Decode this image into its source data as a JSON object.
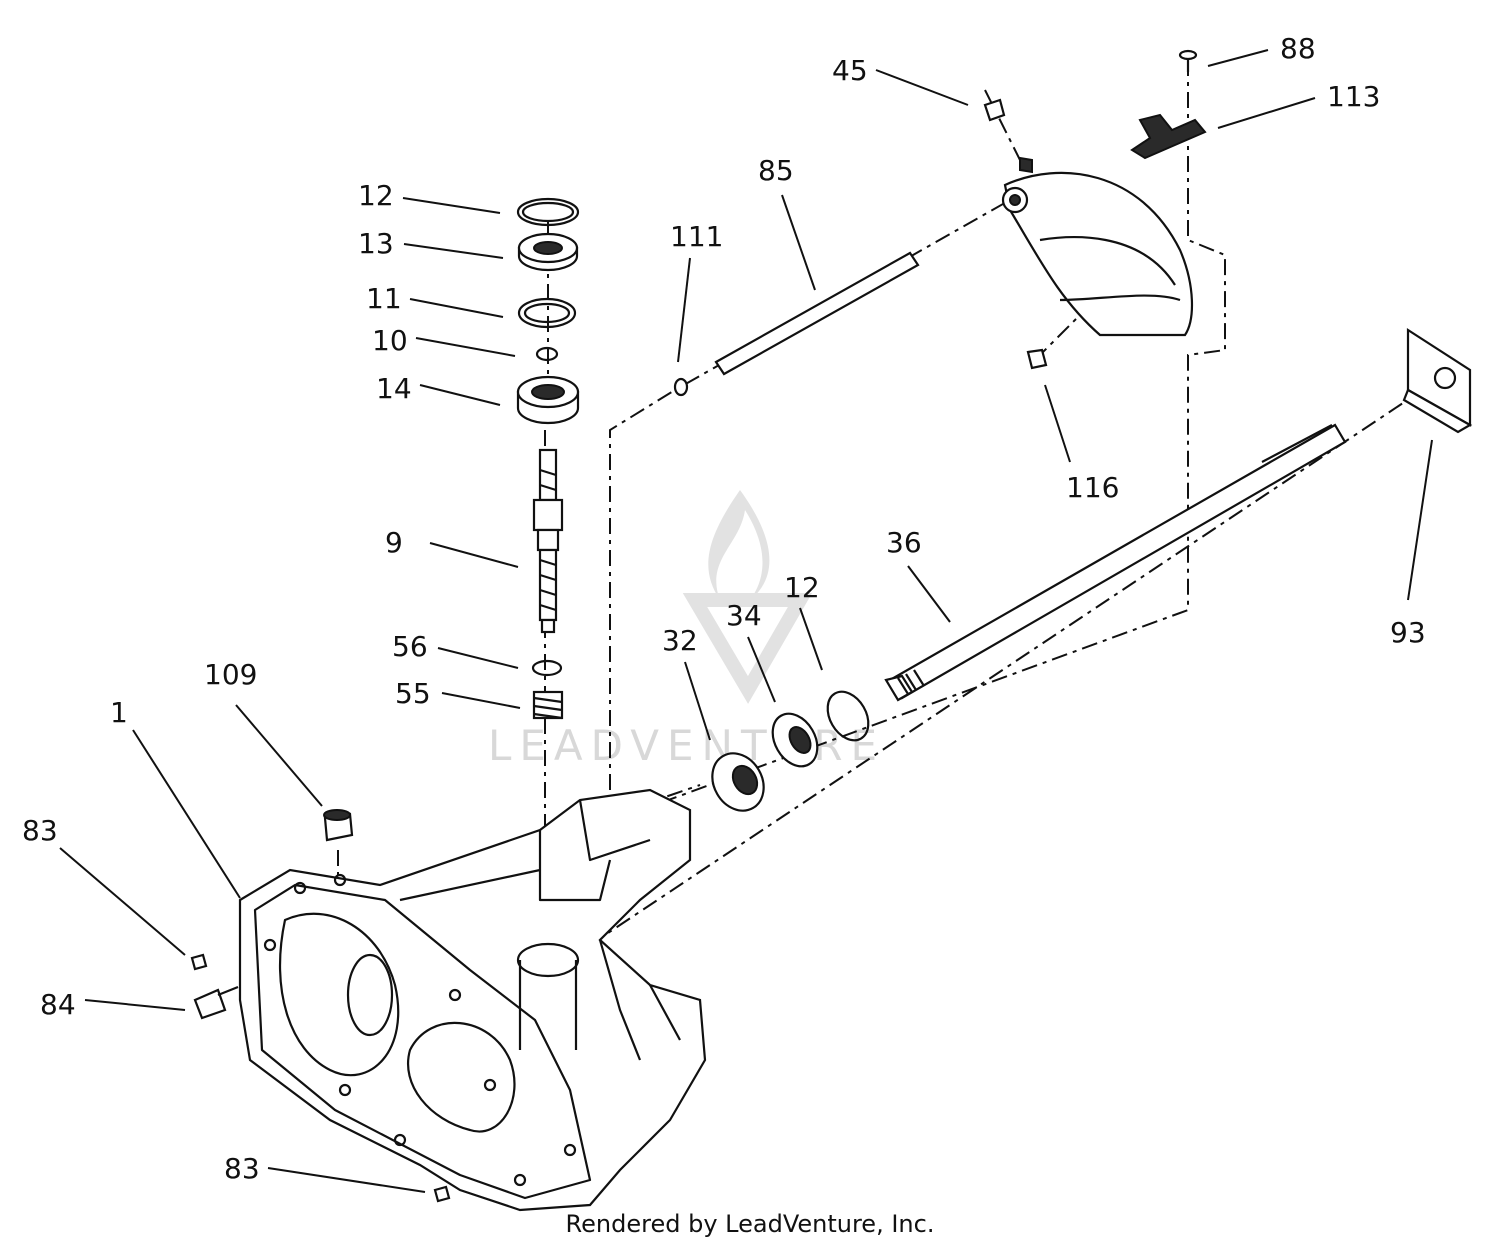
{
  "watermark": "LEADVENTURE",
  "footer": "Rendered by LeadVenture, Inc.",
  "callouts": [
    {
      "id": "88",
      "label": "88"
    },
    {
      "id": "113",
      "label": "113"
    },
    {
      "id": "45",
      "label": "45"
    },
    {
      "id": "85",
      "label": "85"
    },
    {
      "id": "111",
      "label": "111"
    },
    {
      "id": "116",
      "label": "116"
    },
    {
      "id": "12a",
      "label": "12"
    },
    {
      "id": "13",
      "label": "13"
    },
    {
      "id": "11",
      "label": "11"
    },
    {
      "id": "10",
      "label": "10"
    },
    {
      "id": "14",
      "label": "14"
    },
    {
      "id": "9",
      "label": "9"
    },
    {
      "id": "56",
      "label": "56"
    },
    {
      "id": "55",
      "label": "55"
    },
    {
      "id": "36",
      "label": "36"
    },
    {
      "id": "12b",
      "label": "12"
    },
    {
      "id": "34",
      "label": "34"
    },
    {
      "id": "32",
      "label": "32"
    },
    {
      "id": "93",
      "label": "93"
    },
    {
      "id": "109",
      "label": "109"
    },
    {
      "id": "1",
      "label": "1"
    },
    {
      "id": "83a",
      "label": "83"
    },
    {
      "id": "84",
      "label": "84"
    },
    {
      "id": "83b",
      "label": "83"
    }
  ]
}
